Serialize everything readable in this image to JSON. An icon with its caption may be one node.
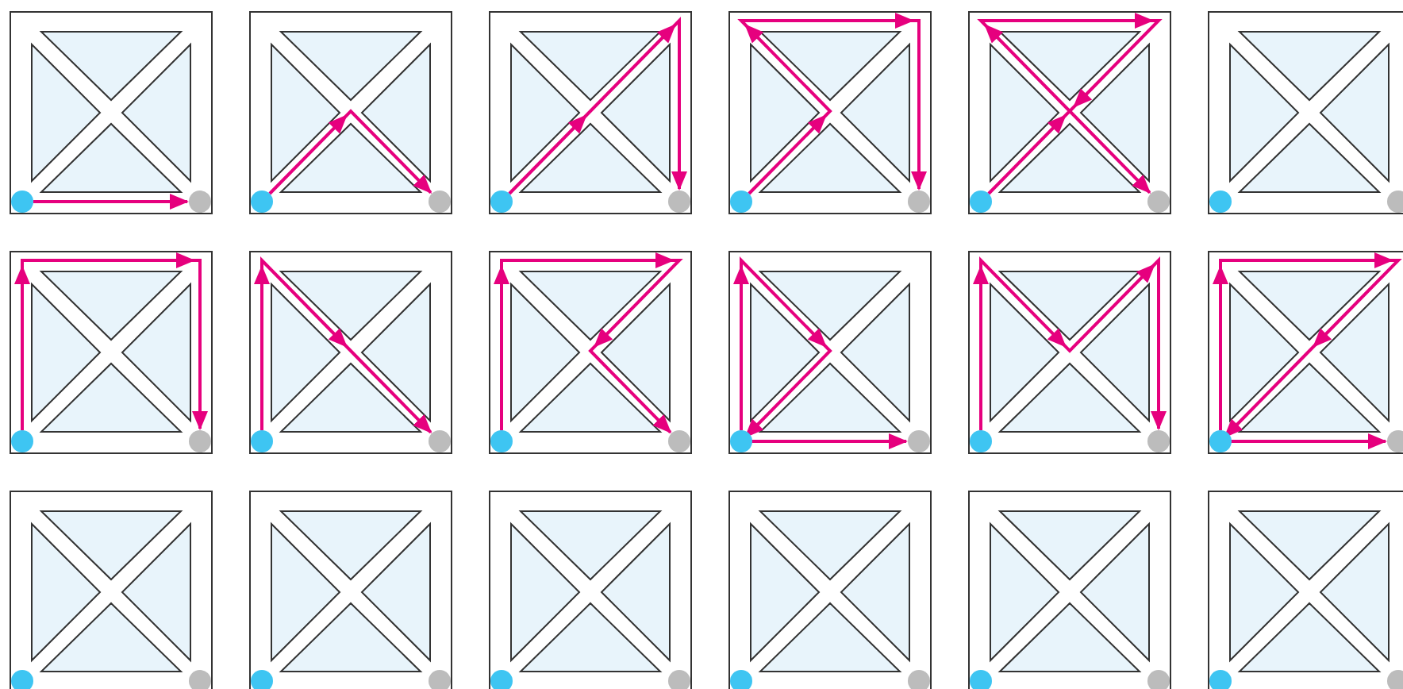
{
  "diagram": {
    "nodes": [
      {
        "text": [],
        "shape": "circle"
      },
      {
        "text": [],
        "shape": "circle"
      },
      {
        "text": [],
        "shape": "circle"
      },
      {
        "text": [],
        "shape": "circle"
      },
      {
        "text": [],
        "shape": "circle"
      },
      {
        "text": [],
        "shape": "circle"
      },
      {
        "text": [],
        "shape": "circle"
      },
      {
        "text": [],
        "shape": "circle"
      },
      {
        "text": [],
        "shape": "circle"
      },
      {
        "text": [],
        "shape": "circle"
      },
      {
        "text": [],
        "shape": "circle"
      },
      {
        "text": [],
        "shape": "circle"
      },
      {
        "text": [],
        "shape": "circle"
      },
      {
        "text": [],
        "shape": "circle"
      },
      {
        "text": [],
        "shape": "circle"
      },
      {
        "text": [],
        "shape": "circle"
      },
      {
        "text": [],
        "shape": "circle"
      },
      {
        "text": [],
        "shape": "circle"
      },
      {
        "text": [],
        "shape": "circle"
      },
      {
        "text": [],
        "shape": "circle"
      },
      {
        "text": [],
        "shape": "circle"
      },
      {
        "text": [],
        "shape": "circle"
      },
      {
        "text": [],
        "shape": "circle"
      },
      {
        "text": [],
        "shape": "circle"
      },
      {
        "text": [],
        "shape": "circle"
      },
      {
        "text": [],
        "shape": "circle"
      },
      {
        "text": [],
        "shape": "circle"
      },
      {
        "text": [],
        "shape": "circle"
      },
      {
        "text": [],
        "shape": "circle"
      },
      {
        "text": [],
        "shape": "circle"
      },
      {
        "text": [],
        "shape": "circle"
      },
      {
        "text": [],
        "shape": "circle"
      },
      {
        "text": [],
        "shape": "circle"
      },
      {
        "text": [],
        "shape": "circle"
      },
      {
        "text": [],
        "shape": "circle"
      },
      {
        "text": [],
        "shape": "circle"
      }
    ],
    "edges": [
      {
        "from": 0,
        "to": 1,
        "arrow": "to"
      },
      {
        "from": 2,
        "to": 3,
        "arrow": "to"
      },
      {
        "from": 4,
        "to": 5,
        "arrow": "to"
      },
      {
        "from": 6,
        "to": 7,
        "arrow": "to"
      },
      {
        "from": 8,
        "to": 9,
        "arrow": "to"
      },
      {
        "from": 12,
        "to": 13,
        "arrow": "to"
      },
      {
        "from": 14,
        "to": 15,
        "arrow": "to"
      },
      {
        "from": 16,
        "to": 17,
        "arrow": "to"
      },
      {
        "from": 18,
        "to": 19,
        "arrow": "to"
      },
      {
        "from": 20,
        "to": 21,
        "arrow": "to"
      },
      {
        "from": 22,
        "to": 23,
        "arrow": "to"
      }
    ]
  }
}
